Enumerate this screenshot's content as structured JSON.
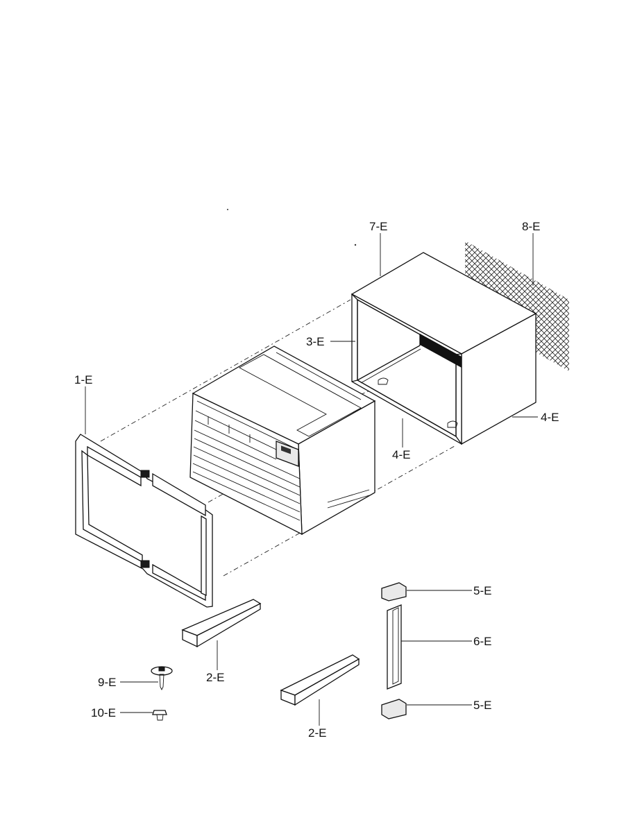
{
  "labels": {
    "frame": "1-E",
    "side_guide_left": "2-E",
    "side_guide_right": "2-E",
    "gasket": "3-E",
    "gasket_bottom": "4-E",
    "gasket_side": "4-E",
    "seal_top": "5-E",
    "seal_bottom": "5-E",
    "seal_strip": "6-E",
    "cabinet": "7-E",
    "mesh": "8-E",
    "screw": "9-E",
    "clip": "10-E"
  }
}
